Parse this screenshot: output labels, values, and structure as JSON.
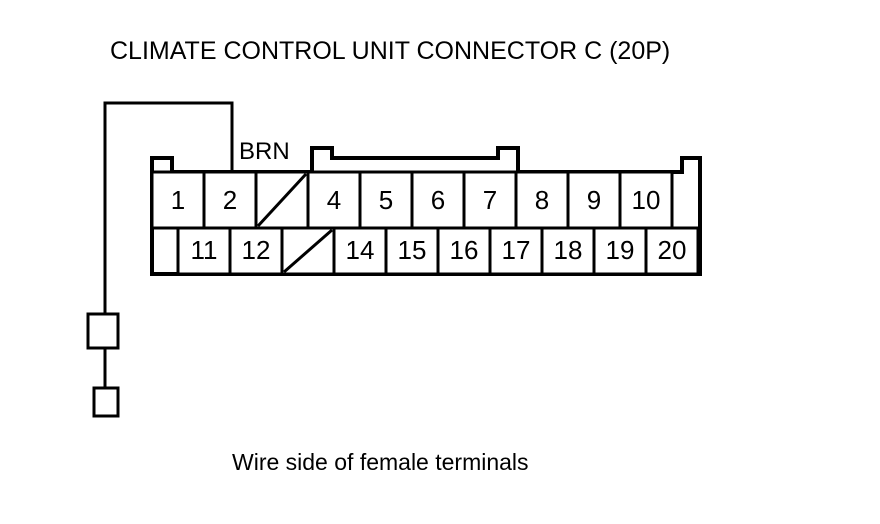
{
  "diagram": {
    "title": "CLIMATE CONTROL UNIT CONNECTOR C (20P)",
    "caption": "Wire side of female terminals",
    "wire_label": "BRN",
    "colors": {
      "line": "#000000",
      "background": "#ffffff"
    },
    "connector": {
      "pin_count": 20,
      "top_row": [
        {
          "label": "1",
          "blank": false
        },
        {
          "label": "2",
          "blank": false
        },
        {
          "label": "",
          "blank": true
        },
        {
          "label": "4",
          "blank": false
        },
        {
          "label": "5",
          "blank": false
        },
        {
          "label": "6",
          "blank": false
        },
        {
          "label": "7",
          "blank": false
        },
        {
          "label": "8",
          "blank": false
        },
        {
          "label": "9",
          "blank": false
        },
        {
          "label": "10",
          "blank": false
        }
      ],
      "bottom_row": [
        {
          "label": "11",
          "blank": false
        },
        {
          "label": "12",
          "blank": false
        },
        {
          "label": "",
          "blank": true
        },
        {
          "label": "14",
          "blank": false
        },
        {
          "label": "15",
          "blank": false
        },
        {
          "label": "16",
          "blank": false
        },
        {
          "label": "17",
          "blank": false
        },
        {
          "label": "18",
          "blank": false
        },
        {
          "label": "19",
          "blank": false
        },
        {
          "label": "20",
          "blank": false
        }
      ]
    }
  }
}
